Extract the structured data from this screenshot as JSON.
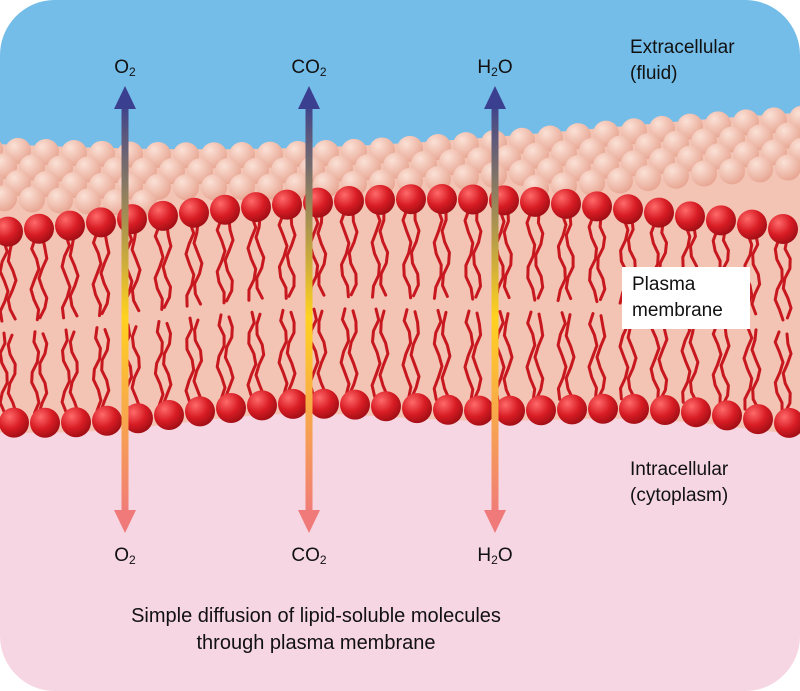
{
  "regions": {
    "extracellular": [
      "Extracellular",
      "(fluid)"
    ],
    "membrane": [
      "Plasma",
      "membrane"
    ],
    "intracellular": [
      "Intracellular",
      "(cytoplasm)"
    ]
  },
  "molecules": [
    {
      "base": "O",
      "sub": "2",
      "tail": ""
    },
    {
      "base": "CO",
      "sub": "2",
      "tail": ""
    },
    {
      "base": "H",
      "sub": "2",
      "tail": "O"
    }
  ],
  "caption": [
    "Simple diffusion of lipid-soluble molecules",
    "through plasma membrane"
  ],
  "colors": {
    "extracellular_bg": "#74bde8",
    "intracellular_bg": "#f6d6e2",
    "membrane_band": "#f3c3b3",
    "phospholipid_head": "#d11a22",
    "arrow_top": "#3b3f8f",
    "arrow_mid": "#ffd21f",
    "arrow_bottom": "#f07a7a"
  }
}
